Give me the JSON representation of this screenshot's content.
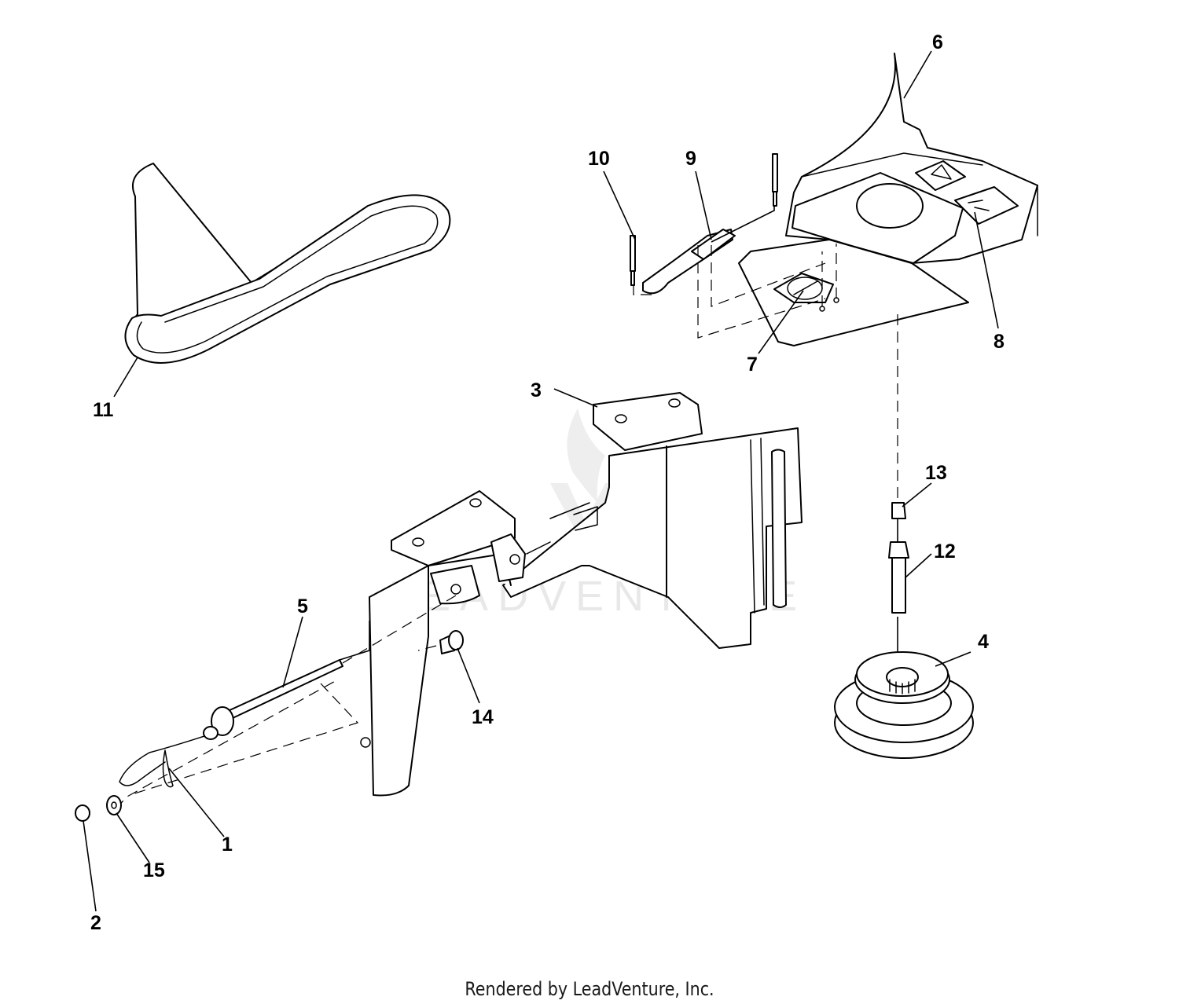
{
  "watermark": "LEADVENTURE",
  "footer": "Rendered by LeadVenture, Inc.",
  "callouts": {
    "c1": "1",
    "c2": "2",
    "c3": "3",
    "c4": "4",
    "c5": "5",
    "c6": "6",
    "c7": "7",
    "c8": "8",
    "c9": "9",
    "c10": "10",
    "c11": "11",
    "c12": "12",
    "c13": "13",
    "c14": "14",
    "c15": "15"
  },
  "colors": {
    "line": "#000000",
    "background": "#ffffff",
    "watermark": "#e8e8e8"
  }
}
